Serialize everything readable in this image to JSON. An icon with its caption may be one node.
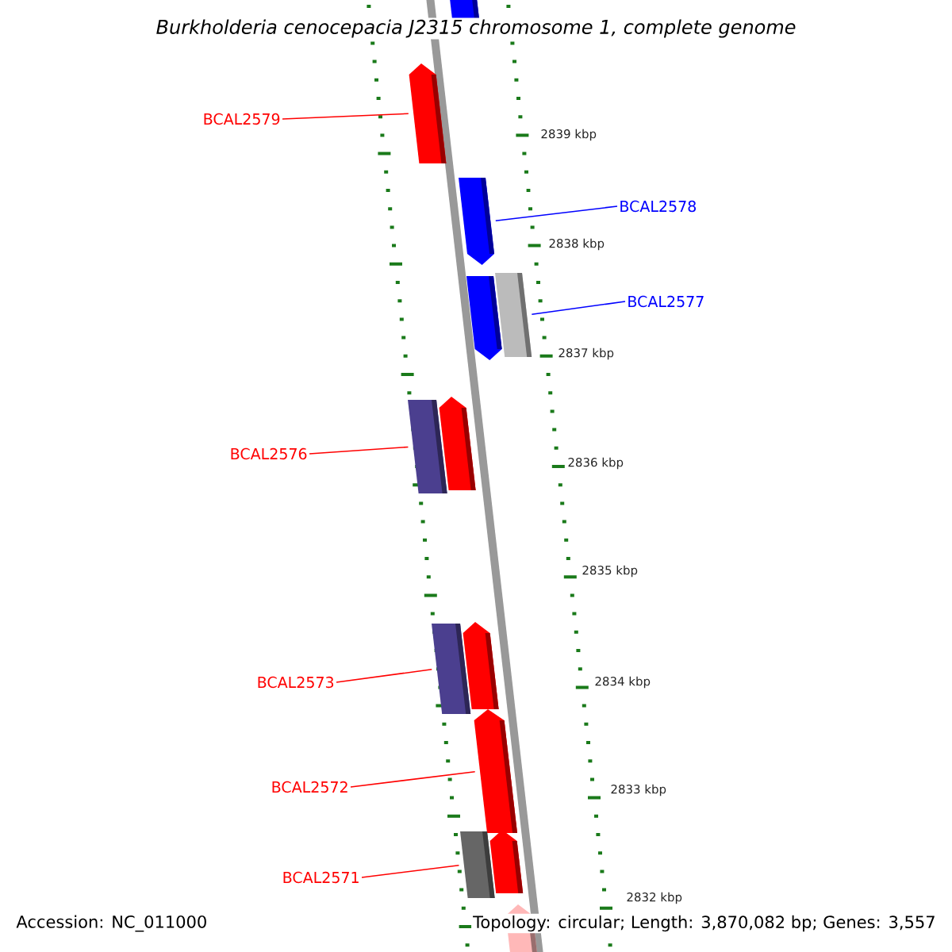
{
  "diagram": {
    "title": "Burkholderia cenocepacia J2315 chromosome 1, complete genome",
    "nodes": [
      {
        "text": [
          "BCAL2579"
        ]
      },
      {
        "text": [
          "BCAL2578"
        ]
      },
      {
        "text": [
          "BCAL2577"
        ]
      },
      {
        "text": [
          "BCAL2576"
        ]
      },
      {
        "text": [
          "BCAL2573"
        ]
      },
      {
        "text": [
          "BCAL2572"
        ]
      },
      {
        "text": [
          "BCAL2571"
        ]
      },
      {
        "text": [],
        "shape": "bar"
      },
      {
        "text": [],
        "shape": "bar"
      },
      {
        "text": [],
        "shape": "bar"
      },
      {
        "text": [],
        "shape": "bar"
      },
      {
        "text": [],
        "shape": "bar"
      },
      {
        "text": [],
        "shape": "bar"
      },
      {
        "text": [],
        "shape": "bar"
      },
      {
        "text": [],
        "shape": "bar"
      },
      {
        "text": [],
        "shape": "bar"
      },
      {
        "text": [],
        "shape": "bar"
      },
      {
        "text": [],
        "shape": "bar"
      },
      {
        "text": [],
        "shape": "bar"
      },
      {
        "text": [],
        "shape": "bar"
      }
    ],
    "edges": [
      {
        "from": 0,
        "to": 8,
        "arrow": "none"
      },
      {
        "from": 1,
        "to": 9,
        "arrow": "none",
        "color": "#0000ff"
      },
      {
        "from": 2,
        "to": 11,
        "arrow": "none",
        "color": "#0000ff"
      },
      {
        "from": 3,
        "to": 12,
        "arrow": "none"
      },
      {
        "from": 4,
        "to": 14,
        "arrow": "none"
      },
      {
        "from": 5,
        "to": 16,
        "arrow": "none"
      },
      {
        "from": 6,
        "to": 17,
        "arrow": "none"
      }
    ],
    "labels": [
      "2839 kbp",
      "2838 kbp",
      "2837 kbp",
      "2836 kbp",
      "2835 kbp",
      "2834 kbp",
      "2833 kbp",
      "2832 kbp",
      "Accession: NC_011000",
      "Topology: circular; Length: 3,870,082 bp; Genes: 3,557"
    ]
  }
}
